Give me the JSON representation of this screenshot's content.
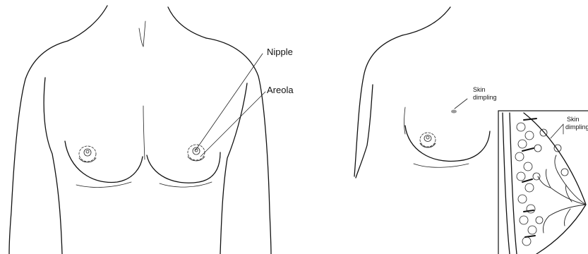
{
  "labels": {
    "nipple": "Nipple",
    "areola": "Areola",
    "skin_dimpling_front_1": "Skin",
    "skin_dimpling_front_2": "dimpling",
    "skin_dimpling_cross_1": "Skin",
    "skin_dimpling_cross_2": "dimpling"
  },
  "colors": {
    "line": "#111111",
    "background": "#ffffff",
    "dimple_mark": "#9a9a9a"
  }
}
